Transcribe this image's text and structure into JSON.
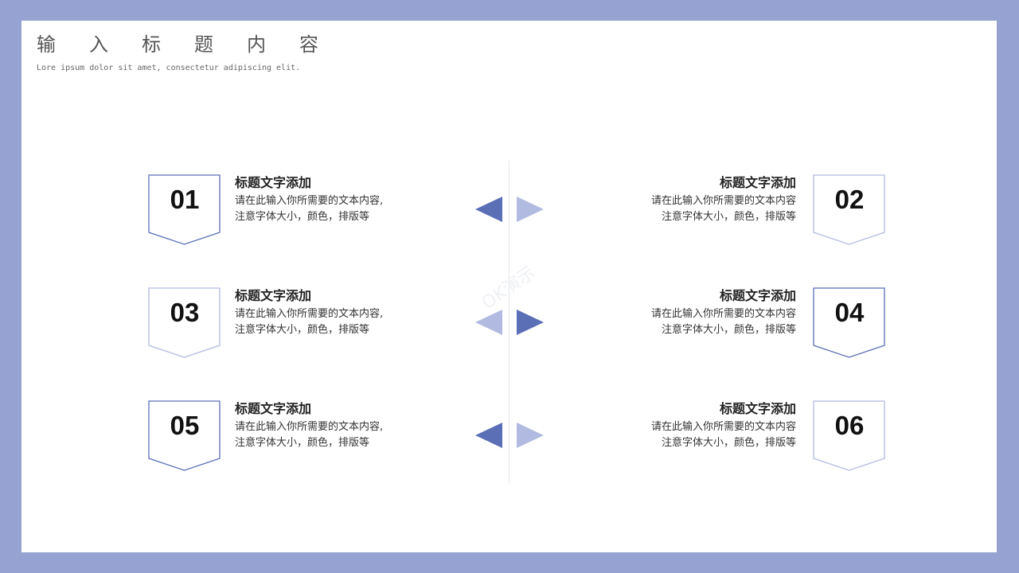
{
  "slide": {
    "title": "输入标题内容",
    "subtitle": "Lore ipsum dolor sit amet, consectetur adipiscing elit.",
    "watermark": "OK演示"
  },
  "colors": {
    "frame": "#96a3d2",
    "dark_accent": "#5b6fb7",
    "light_accent": "#b1bbe1"
  },
  "items": [
    {
      "number": "01",
      "title": "标题文字添加",
      "line1": "请在此输入你所需要的文本内容,",
      "line2": "注意字体大小，颜色，排版等"
    },
    {
      "number": "02",
      "title": "标题文字添加",
      "line1": "请在此输入你所需要的文本内容",
      "line2": "注意字体大小，颜色，排版等"
    },
    {
      "number": "03",
      "title": "标题文字添加",
      "line1": "请在此输入你所需要的文本内容,",
      "line2": "注意字体大小，颜色，排版等"
    },
    {
      "number": "04",
      "title": "标题文字添加",
      "line1": "请在此输入你所需要的文本内容",
      "line2": "注意字体大小，颜色，排版等"
    },
    {
      "number": "05",
      "title": "标题文字添加",
      "line1": "请在此输入你所需要的文本内容,",
      "line2": "注意字体大小，颜色，排版等"
    },
    {
      "number": "06",
      "title": "标题文字添加",
      "line1": "请在此输入你所需要的文本内容",
      "line2": "注意字体大小，颜色，排版等"
    }
  ]
}
